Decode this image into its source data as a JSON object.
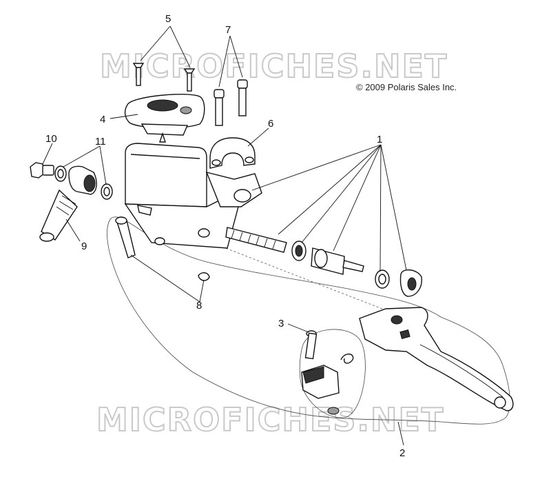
{
  "diagram": {
    "copyright": "© 2009 Polaris Sales Inc.",
    "watermark_top": "MICROFICHES.NET",
    "watermark_bottom": "MICROFICHES.NET",
    "callouts": {
      "c1": "1",
      "c2": "2",
      "c3": "3",
      "c4": "4",
      "c5": "5",
      "c6": "6",
      "c7": "7",
      "c8": "8",
      "c9": "9",
      "c10": "10",
      "c11": "11"
    }
  }
}
